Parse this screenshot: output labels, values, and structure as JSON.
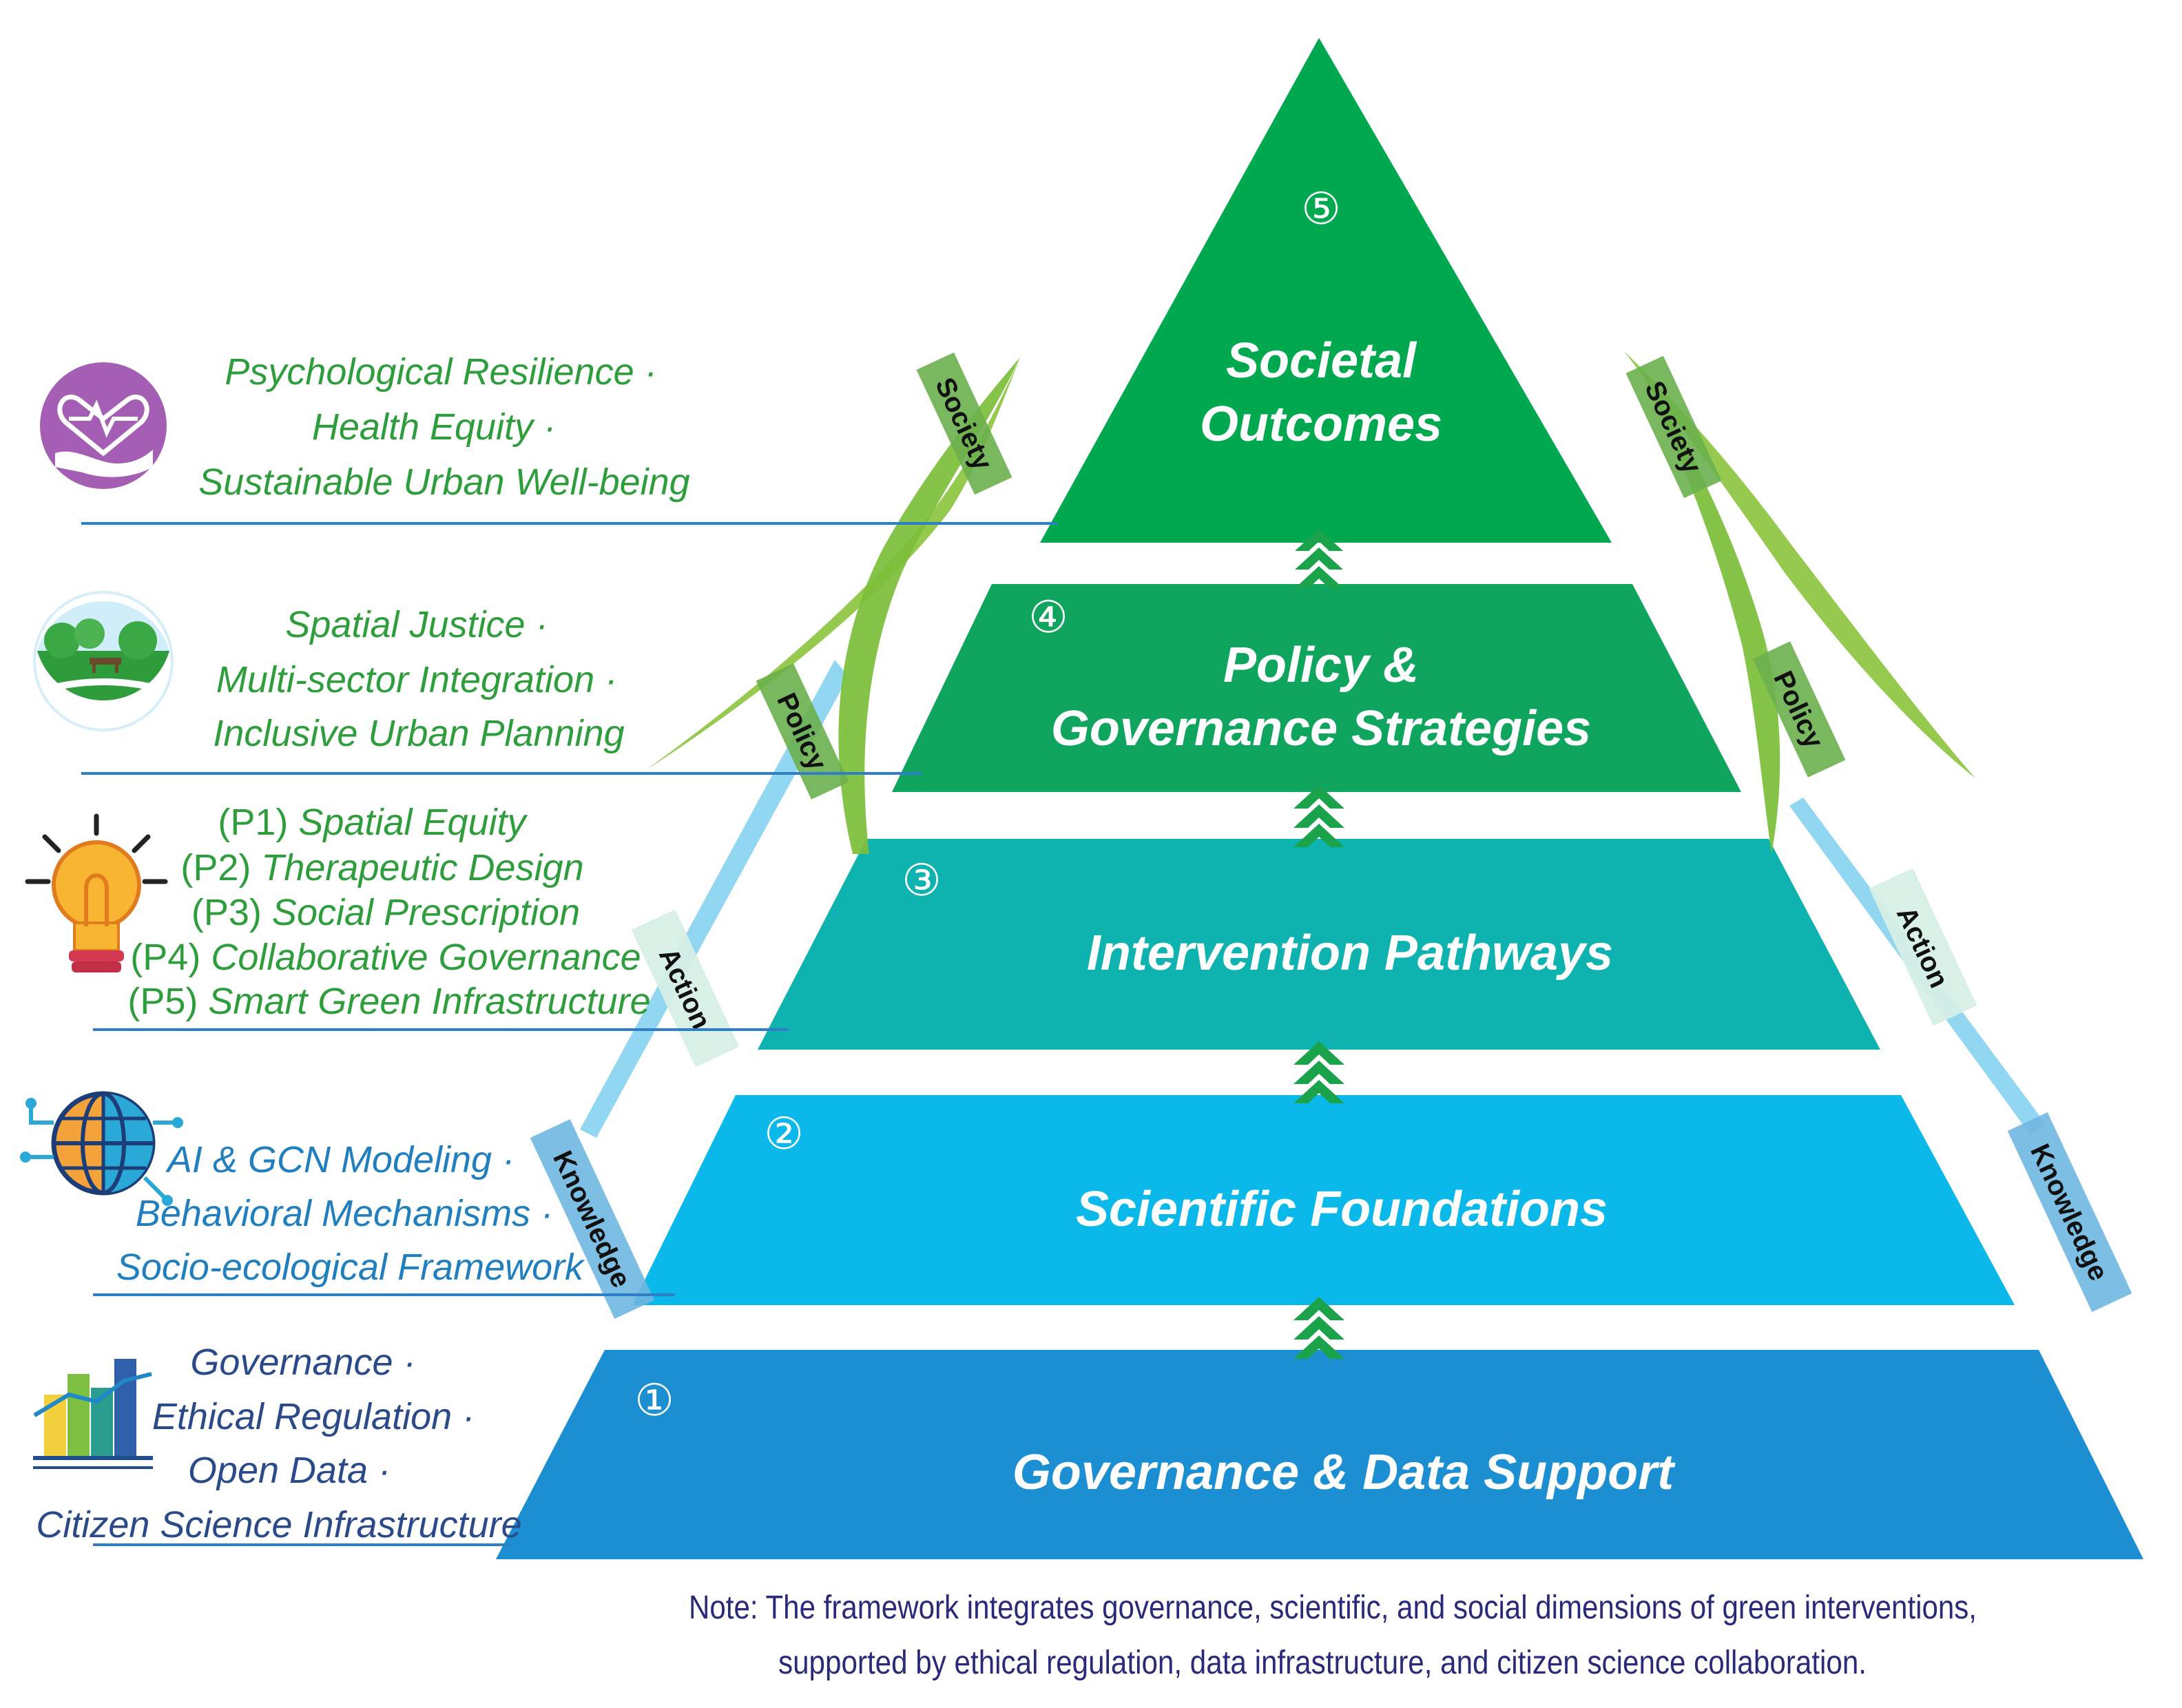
{
  "tiers": [
    {
      "number": "⑤",
      "title_lines": [
        "Societal",
        "Outcomes"
      ],
      "color": "#00a94f"
    },
    {
      "number": "④",
      "title_lines": [
        "Policy &",
        "Governance Strategies"
      ],
      "color": "#0fa55e"
    },
    {
      "number": "③",
      "title_lines": [
        "Intervention Pathways"
      ],
      "color": "#0eb3b0"
    },
    {
      "number": "②",
      "title_lines": [
        "Scientific Foundations"
      ],
      "color": "#0ab8ea"
    },
    {
      "number": "①",
      "title_lines": [
        "Governance & Data Support"
      ],
      "color": "#1b8fd2"
    }
  ],
  "side_labels": {
    "society": "Society",
    "policy": "Policy",
    "action": "Action",
    "knowledge": "Knowledge"
  },
  "descriptions": {
    "societal": {
      "icon": "heart-hand-icon",
      "lines": [
        "Psychological Resilience ·",
        "Health Equity ·",
        "Sustainable Urban Well-being"
      ]
    },
    "policy": {
      "icon": "park-landscape-icon",
      "lines": [
        "Spatial Justice ·",
        "Multi-sector Integration ·",
        "Inclusive Urban Planning"
      ]
    },
    "pathways": {
      "icon": "lightbulb-icon",
      "items": [
        {
          "prefix": "(P1)",
          "text": "Spatial Equity"
        },
        {
          "prefix": "(P2)",
          "text": "Therapeutic Design"
        },
        {
          "prefix": "(P3)",
          "text": "Social Prescription"
        },
        {
          "prefix": "(P4)",
          "text": "Collaborative Governance"
        },
        {
          "prefix": "(P5)",
          "text": "Smart Green Infrastructure"
        }
      ]
    },
    "science": {
      "icon": "globe-network-icon",
      "lines": [
        "AI & GCN Modeling ·",
        "Behavioral Mechanisms ·",
        "Socio-ecological Framework"
      ]
    },
    "governance": {
      "icon": "bar-chart-icon",
      "lines": [
        "Governance ·",
        "Ethical Regulation ·",
        "Open Data ·",
        "Citizen Science Infrastructure"
      ]
    }
  },
  "note_lines": [
    "Note: The framework integrates governance, scientific, and social dimensions of green interventions,",
    "supported by ethical regulation, data infrastructure, and citizen science collaboration."
  ]
}
